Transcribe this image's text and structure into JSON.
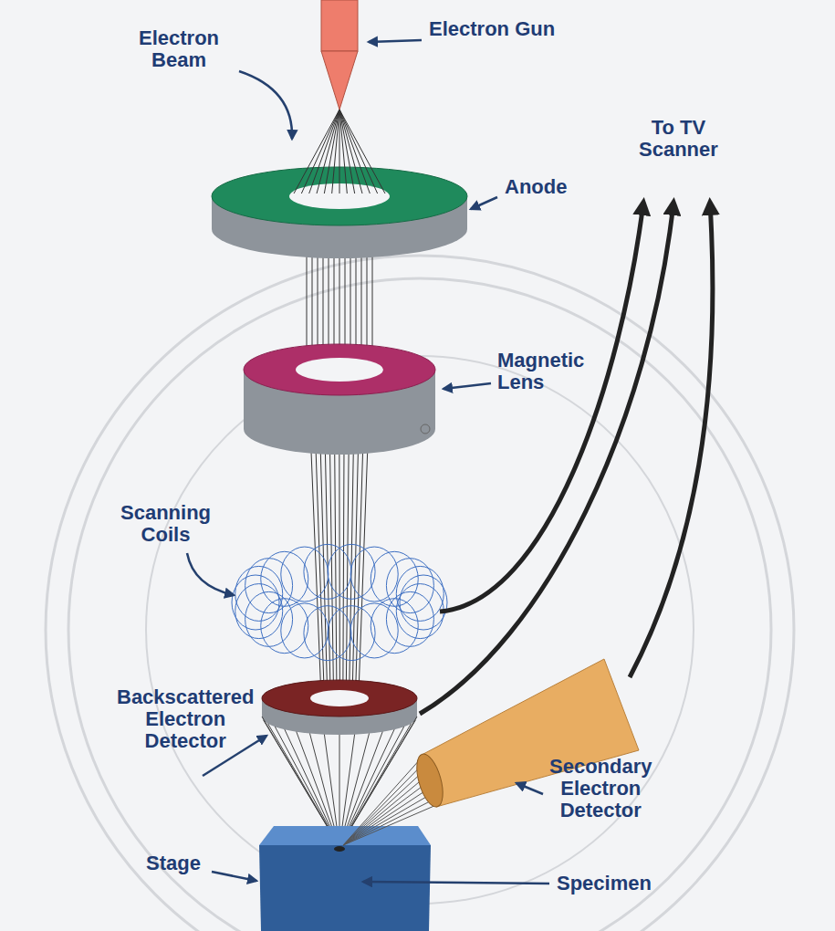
{
  "diagram": {
    "labels": [
      "Electron Beam",
      "Electron Gun",
      "Anode",
      "Magnetic Lens",
      "To TV Scanner",
      "Scanning Coils",
      "Backscattered Electron Detector",
      "Secondary Electron Detector",
      "Stage",
      "Specimen"
    ]
  }
}
